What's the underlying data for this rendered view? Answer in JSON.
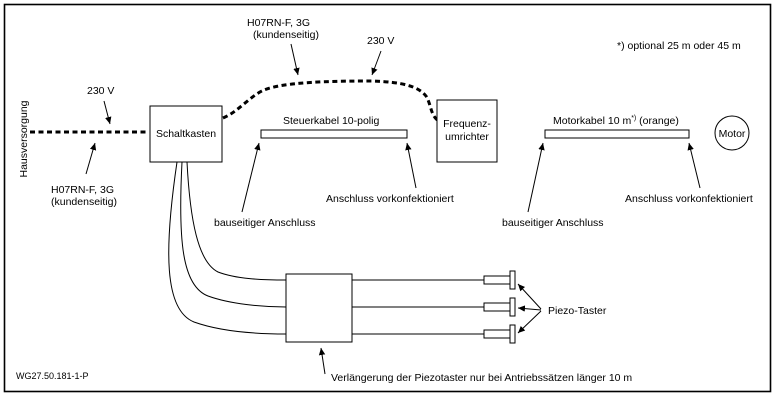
{
  "frame_label": "Hausversorgung",
  "voltage_left": "230 V",
  "voltage_top": "230 V",
  "cable_top_line1": "H07RN-F, 3G",
  "cable_top_line2": "(kundenseitig)",
  "cable_left_line1": "H07RN-F, 3G",
  "cable_left_line2": "(kundenseitig)",
  "optional_note": "*) optional 25 m oder 45 m",
  "switchbox": "Schaltkasten",
  "control_cable": "Steuerkabel 10-polig",
  "converter_line1": "Frequenz-",
  "converter_line2": "umrichter",
  "motor_cable": "Motorkabel 10 m",
  "motor_cable_sup": "*)",
  "motor_cable_suffix": " (orange)",
  "motor": "Motor",
  "site_connection_1": "bauseitiger Anschluss",
  "site_connection_2": "bauseitiger Anschluss",
  "preassembled_1": "Anschluss vorkonfektioniert",
  "preassembled_2": "Anschluss vorkonfektioniert",
  "piezo_buttons": "Piezo-Taster",
  "extension_note": "Verlängerung der Piezotaster nur bei Antriebssätzen länger 10 m",
  "drawing_id": "WG27.50.181-1-P",
  "colors": {
    "line": "#000000",
    "background": "#ffffff",
    "frame": "#000000"
  }
}
